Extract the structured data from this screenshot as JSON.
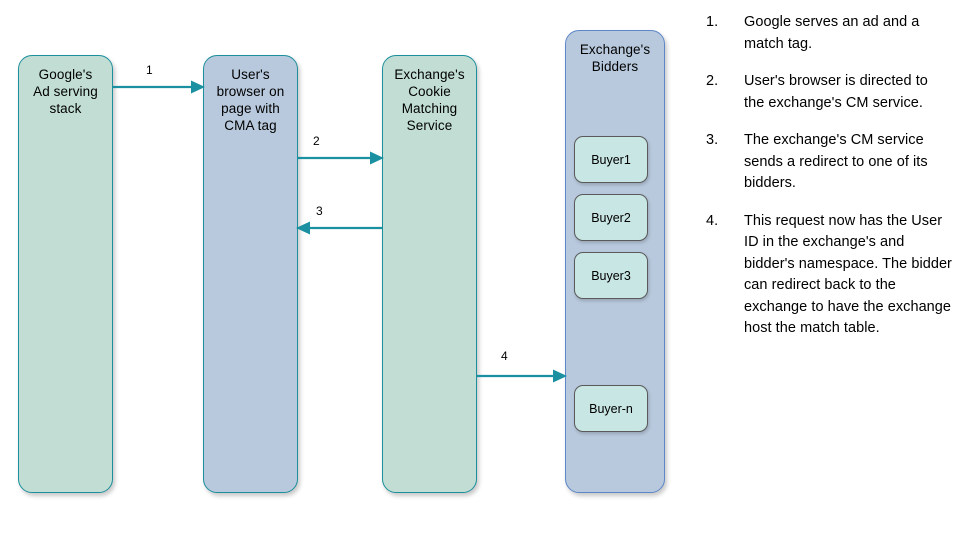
{
  "diagram": {
    "boxes": [
      {
        "id": "google",
        "label": "Google's\nAd serving\nstack",
        "fill": "#c2ded4",
        "border": "#1c8f9c"
      },
      {
        "id": "browser",
        "label": "User's\nbrowser on\npage with\nCMA tag",
        "fill": "#b8c9dd",
        "border": "#1c8f9c"
      },
      {
        "id": "cms",
        "label": "Exchange's\nCookie\nMatching\nService",
        "fill": "#c2ded4",
        "border": "#1c8f9c"
      },
      {
        "id": "bidders",
        "label": "Exchange's\nBidders",
        "fill": "#b8c9dd",
        "border": "#5c87c9"
      }
    ],
    "buyers": [
      {
        "id": "buyer-1",
        "label": "Buyer1"
      },
      {
        "id": "buyer-2",
        "label": "Buyer2"
      },
      {
        "id": "buyer-3",
        "label": "Buyer3"
      },
      {
        "id": "buyer-n",
        "label": "Buyer-n"
      }
    ],
    "arrows": [
      {
        "id": "arrow-1",
        "label": "1",
        "direction": "right",
        "from": "google",
        "to": "browser"
      },
      {
        "id": "arrow-2",
        "label": "2",
        "direction": "right",
        "from": "browser",
        "to": "cms"
      },
      {
        "id": "arrow-3",
        "label": "3",
        "direction": "left",
        "from": "cms",
        "to": "browser"
      },
      {
        "id": "arrow-4",
        "label": "4",
        "direction": "right",
        "from": "cms",
        "to": "bidders"
      }
    ],
    "arrow_color": "#1a90a0",
    "buyer_fill": "#c8e6e4",
    "buyer_border": "#5a5a5a"
  },
  "steps": [
    {
      "num": "1.",
      "text": "Google serves an ad and a match tag."
    },
    {
      "num": "2.",
      "text": "User's browser is directed to the exchange's CM service."
    },
    {
      "num": "3.",
      "text": "The exchange's CM service sends a redirect to one of its bidders."
    },
    {
      "num": "4.",
      "text": "This request now has the User ID in the exchange's and bidder's namespace. The bidder can redirect back to the exchange to have the exchange host the match table."
    }
  ]
}
